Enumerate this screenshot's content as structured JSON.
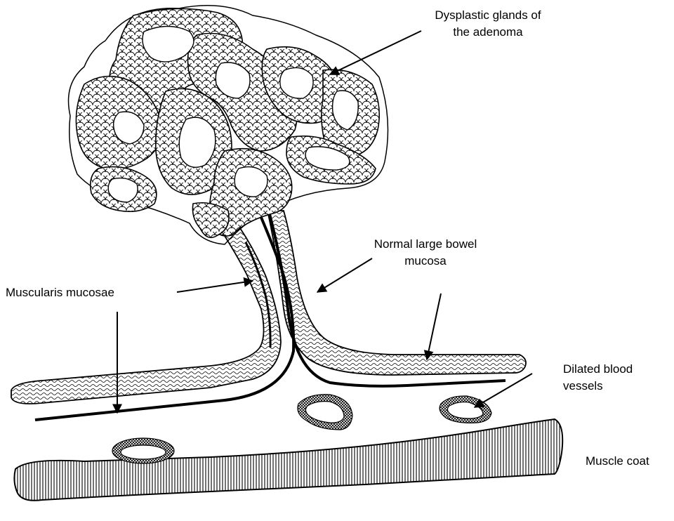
{
  "labels": {
    "dysplastic_glands": {
      "line1": "Dysplastic glands of",
      "line2": "the adenoma"
    },
    "normal_mucosa": {
      "line1": "Normal large bowel",
      "line2": "mucosa"
    },
    "muscularis_mucosae": "Muscularis mucosae",
    "dilated_vessels": {
      "line1": "Dilated blood",
      "line2": "vessels"
    },
    "muscle_coat": "Muscle coat"
  },
  "colors": {
    "ink": "#000000",
    "background": "#ffffff"
  }
}
